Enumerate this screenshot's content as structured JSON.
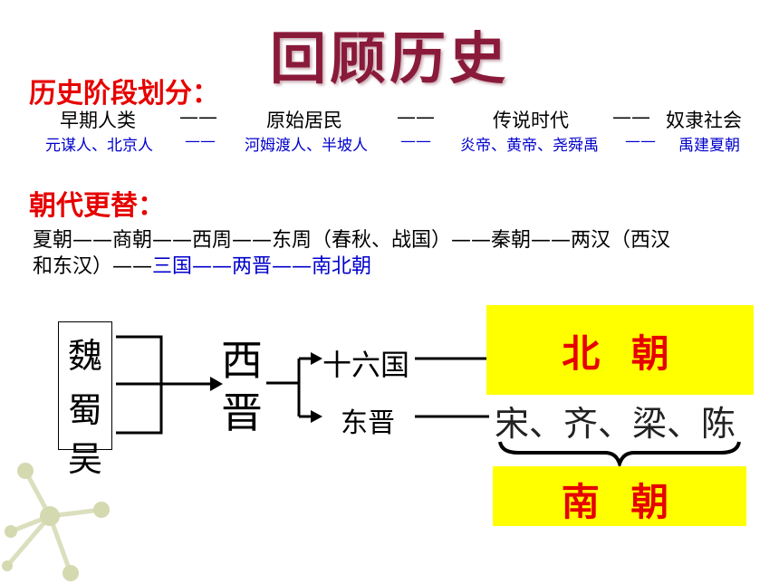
{
  "title": "回顾历史",
  "stages": {
    "heading": "历史阶段划分：",
    "dash": "——",
    "periods": [
      "早期人类",
      "原始居民",
      "传说时代",
      "奴隶社会"
    ],
    "examples": [
      "元谋人、北京人",
      "河姆渡人、半坡人",
      "炎帝、黄帝、尧舜禹",
      "禹建夏朝"
    ]
  },
  "dynasties": {
    "heading": "朝代更替：",
    "line1": "夏朝——商朝——西周——东周（春秋、战国）——秦朝——两汉（西汉",
    "line2_black": "和东汉）——",
    "line2_blue": "三国——两晋——南北朝"
  },
  "diagram": {
    "kingdoms": [
      "魏",
      "蜀",
      "吴"
    ],
    "xijin_chars": [
      "西",
      "晋"
    ],
    "branch_top": "十六国",
    "branch_bottom": "东晋",
    "southern_dynasties": "宋、齐、梁、陈",
    "north_label": "北 朝",
    "south_label": "南 朝",
    "colors": {
      "box_fill": "#ffff00",
      "label_red": "#e60000",
      "blue_text": "#0000cc",
      "title": "#8a1a3a"
    }
  }
}
